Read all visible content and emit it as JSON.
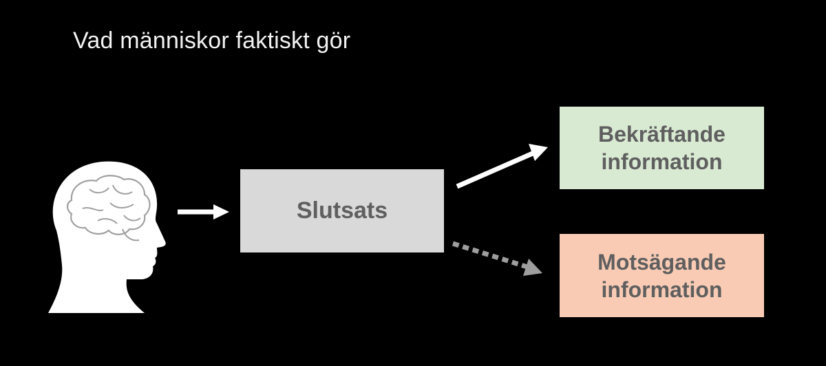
{
  "slide": {
    "title": "Vad människor faktiskt gör"
  },
  "diagram": {
    "conclusion_label": "Slutsats",
    "confirming": {
      "line1": "Bekräftande",
      "line2": "information"
    },
    "contradicting": {
      "line1": "Motsägande",
      "line2": "information"
    }
  },
  "colors": {
    "background": "#000000",
    "conclusion_box": "#d9d9d9",
    "confirming_box": "#d9ead3",
    "contradicting_box": "#f9cbb4",
    "box_text": "#5f5f5f",
    "solid_arrow": "#ffffff",
    "dashed_arrow": "#9e9e9e"
  },
  "icons": {
    "head": "human-head-brain-icon"
  }
}
